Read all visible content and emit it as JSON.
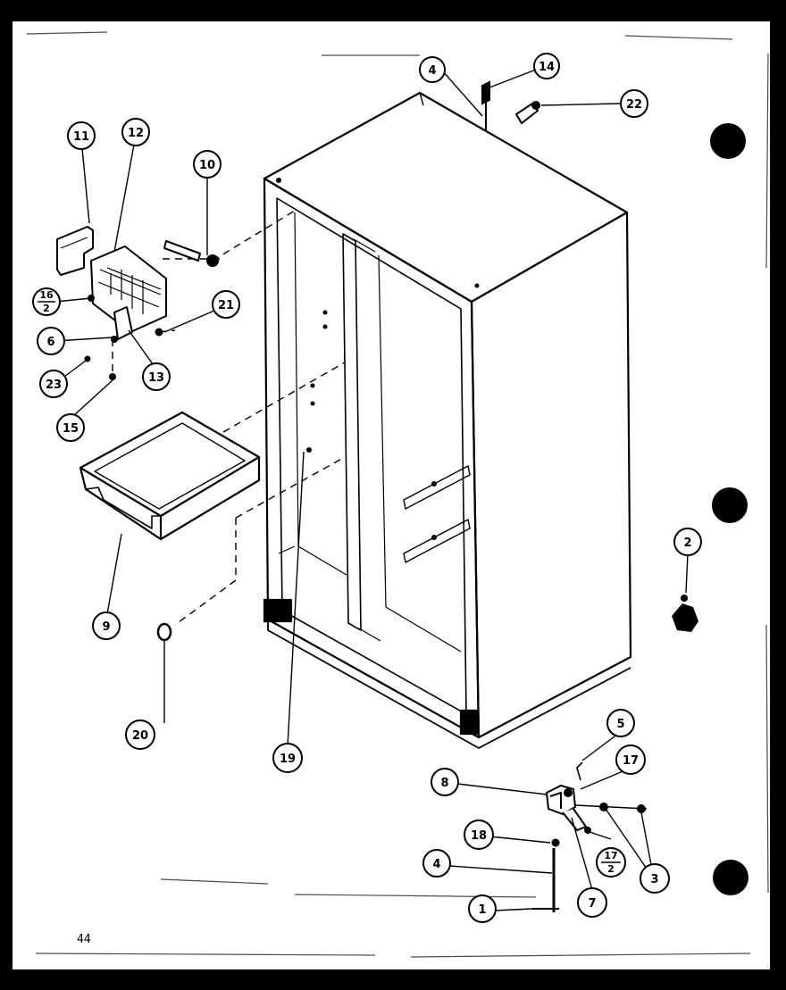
{
  "page_number": "44",
  "callouts": {
    "c4a": "4",
    "c14": "14",
    "c22": "22",
    "c11": "11",
    "c12": "12",
    "c10": "10",
    "c16n": "16",
    "c16d": "2",
    "c21": "21",
    "c6": "6",
    "c23": "23",
    "c13": "13",
    "c15": "15",
    "c9": "9",
    "c20": "20",
    "c19": "19",
    "c2": "2",
    "c5": "5",
    "c8": "8",
    "c17": "17",
    "c18": "18",
    "c17fn": "17",
    "c17fd": "2",
    "c3": "3",
    "c4b": "4",
    "c7": "7",
    "c1": "1"
  }
}
